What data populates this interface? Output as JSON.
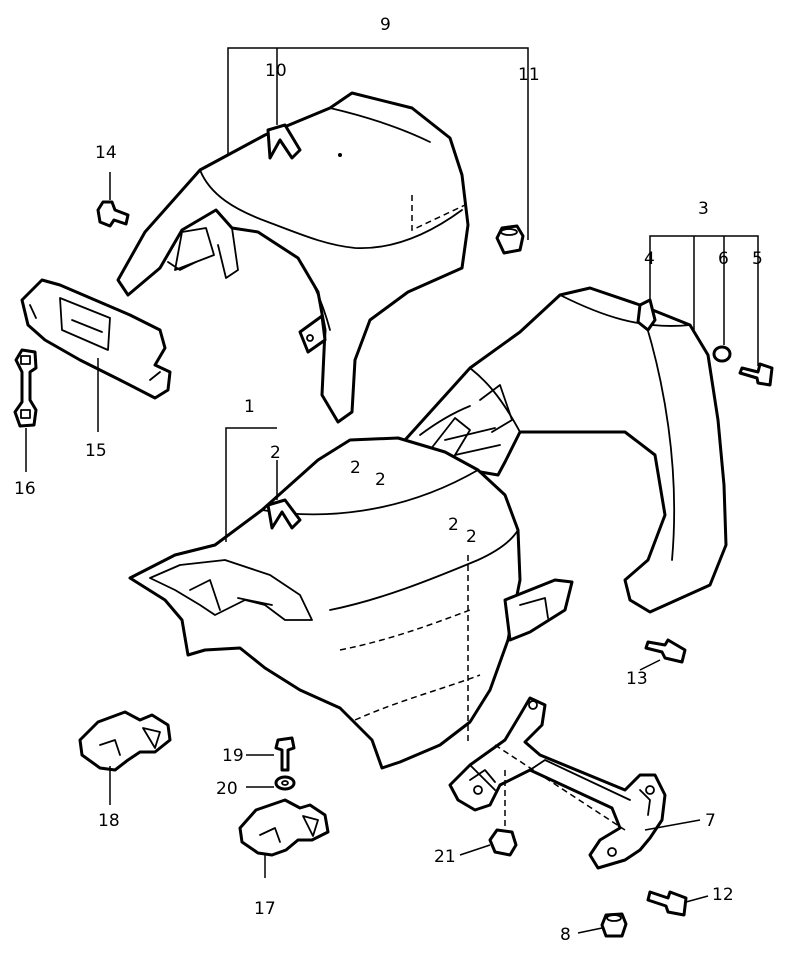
{
  "callouts": {
    "c1": "1",
    "c2": "2",
    "c3": "3",
    "c4": "4",
    "c5": "5",
    "c6": "6",
    "c7": "7",
    "c8": "8",
    "c9": "9",
    "c10": "10",
    "c11": "11",
    "c12": "12",
    "c13": "13",
    "c14": "14",
    "c15": "15",
    "c16": "16",
    "c17": "17",
    "c18": "18",
    "c19": "19",
    "c20": "20",
    "c21": "21"
  },
  "seat_marks": [
    "2",
    "2",
    "2",
    "2"
  ]
}
